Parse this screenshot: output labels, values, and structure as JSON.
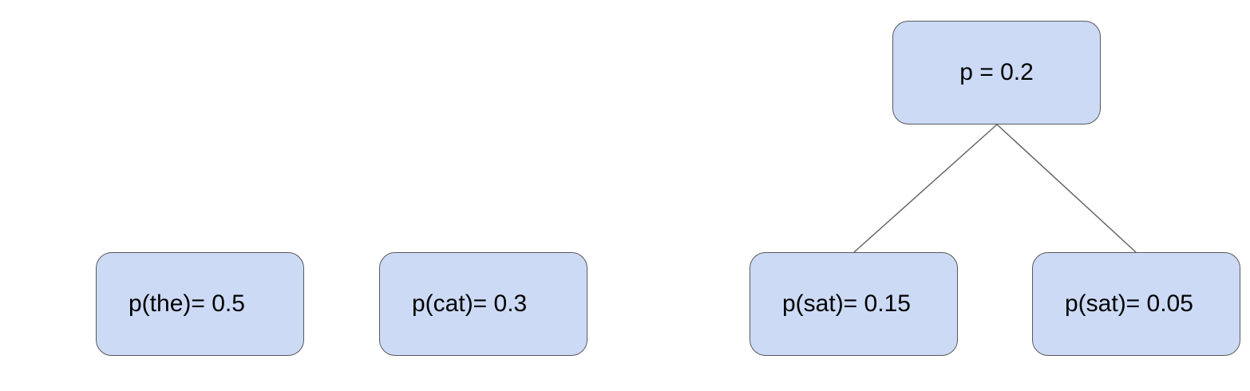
{
  "diagram": {
    "nodes": {
      "root": {
        "label": "p = 0.2"
      },
      "the": {
        "label": "p(the)= 0.5"
      },
      "cat": {
        "label": "p(cat)= 0.3"
      },
      "sat_a": {
        "label": "p(sat)= 0.15"
      },
      "sat_b": {
        "label": "p(sat)= 0.05"
      }
    },
    "edges": [
      {
        "from": "root",
        "to": "sat_a"
      },
      {
        "from": "root",
        "to": "sat_b"
      }
    ]
  },
  "colors": {
    "node_fill": "#ccdaf5",
    "node_border": "#595959",
    "edge": "#666666",
    "text": "#000000",
    "background": "#ffffff"
  }
}
